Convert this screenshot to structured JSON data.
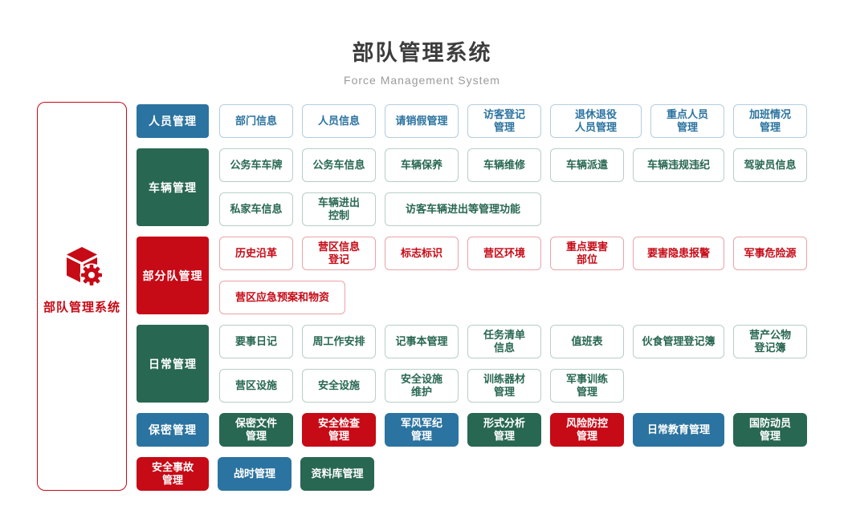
{
  "title": "部队管理系统",
  "subtitle": "Force Management System",
  "root": {
    "label": "部队管理系统",
    "icon": "cube-gear-icon"
  },
  "colors": {
    "blue": "#2b73a0",
    "green": "#286752",
    "red": "#c60a16",
    "blue_border": "#b3cddf",
    "green_border": "#b7cfc5",
    "red_border": "#eba3a9"
  },
  "sections": [
    {
      "label": "人员管理",
      "color": "blue",
      "style": "outline",
      "rows": [
        [
          {
            "t": "部门信息"
          },
          {
            "t": "人员信息"
          },
          {
            "t": "请销假管理"
          },
          {
            "t": "访客登记\n管理"
          },
          {
            "t": "退休退役\n人员管理",
            "w": 114
          },
          {
            "t": "重点人员\n管理"
          },
          {
            "t": "加班情况\n管理"
          }
        ]
      ]
    },
    {
      "label": "车辆管理",
      "color": "green",
      "style": "outline",
      "rows": [
        [
          {
            "t": "公务车车牌"
          },
          {
            "t": "公务车信息"
          },
          {
            "t": "车辆保养"
          },
          {
            "t": "车辆维修"
          },
          {
            "t": "车辆派遣"
          },
          {
            "t": "车辆违规违纪",
            "w": 114
          },
          {
            "t": "驾驶员信息"
          }
        ],
        [
          {
            "t": "私家车信息"
          },
          {
            "t": "车辆进出\n控制"
          },
          {
            "t": "访客车辆进出等管理功能",
            "w": 195
          }
        ]
      ]
    },
    {
      "label": "部分队管理",
      "color": "red",
      "style": "outline",
      "rows": [
        [
          {
            "t": "历史沿革"
          },
          {
            "t": "营区信息\n登记"
          },
          {
            "t": "标志标识"
          },
          {
            "t": "营区环境"
          },
          {
            "t": "重点要害\n部位"
          },
          {
            "t": "要害隐患报警",
            "w": 114
          },
          {
            "t": "军事危险源"
          }
        ],
        [
          {
            "t": "营区应急预案和物资",
            "w": 157
          }
        ]
      ]
    },
    {
      "label": "日常管理",
      "color": "green",
      "style": "outline",
      "rows": [
        [
          {
            "t": "要事日记"
          },
          {
            "t": "周工作安排"
          },
          {
            "t": "记事本管理"
          },
          {
            "t": "任务清单\n信息"
          },
          {
            "t": "值班表"
          },
          {
            "t": "伙食管理登记簿",
            "w": 114
          },
          {
            "t": "营产公物\n登记簿"
          }
        ],
        [
          {
            "t": "营区设施"
          },
          {
            "t": "安全设施"
          },
          {
            "t": "安全设施\n维护"
          },
          {
            "t": "训练器材\n管理"
          },
          {
            "t": "军事训练\n管理"
          }
        ]
      ]
    },
    {
      "label": "保密管理",
      "color": "blue",
      "style": "solid",
      "rows": [
        [
          {
            "t": "保密文件\n管理",
            "c": "green"
          },
          {
            "t": "安全检查\n管理",
            "c": "red"
          },
          {
            "t": "军风军纪\n管理",
            "c": "blue"
          },
          {
            "t": "形式分析\n管理",
            "c": "green"
          },
          {
            "t": "风险防控\n管理",
            "c": "red"
          },
          {
            "t": "日常教育管理",
            "c": "blue",
            "w": 114
          },
          {
            "t": "国防动员\n管理",
            "c": "green"
          }
        ]
      ]
    }
  ],
  "footer_row": [
    {
      "t": "安全事故\n管理",
      "c": "red",
      "w": 90
    },
    {
      "t": "战时管理",
      "c": "blue"
    },
    {
      "t": "资料库管理",
      "c": "green"
    }
  ]
}
